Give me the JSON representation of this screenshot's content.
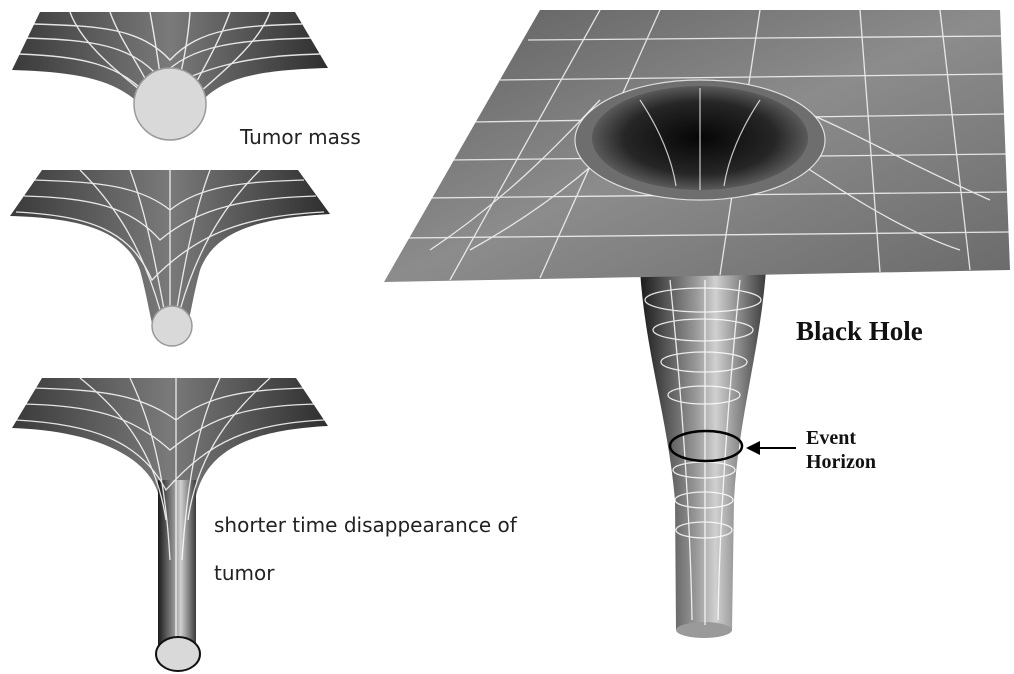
{
  "labels": {
    "tumor_mass": "Tumor mass",
    "shorter_time_line1": "shorter time disappearance of",
    "shorter_time_line2": "tumor",
    "black_hole": "Black Hole",
    "event": "Event",
    "horizon": "Horizon"
  },
  "colors": {
    "surface_dark": "#1a1a1a",
    "surface_light": "#bdbdbd",
    "grid_line": "#ffffff",
    "tumor_fill": "#d9d9d9",
    "horizon_ring": "#000000"
  }
}
